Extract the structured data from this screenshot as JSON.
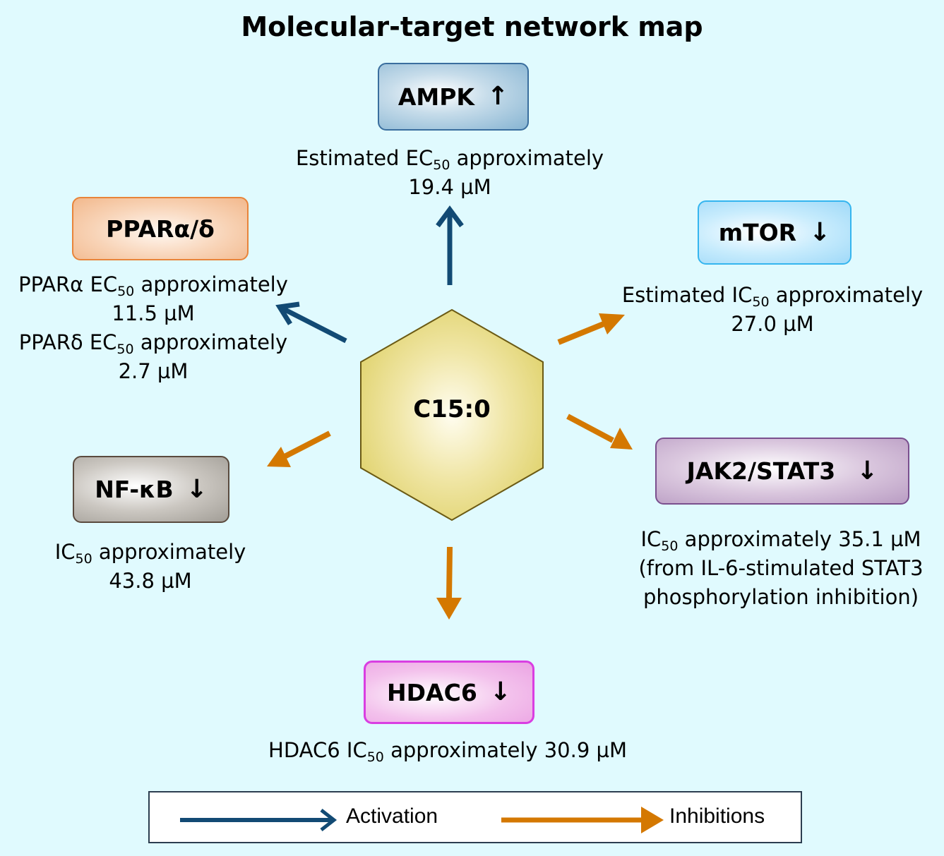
{
  "title": "Molecular-target network map",
  "center": {
    "label": "C15:0"
  },
  "targets": {
    "ampk": {
      "name": "AMPK",
      "direction": "up",
      "arrow_glyph": "↑",
      "effect": "activation",
      "lines": [
        {
          "pre": "Estimated EC",
          "sub": "50",
          "post": " approximately"
        },
        {
          "pre": "19.4 µM"
        }
      ]
    },
    "ppar": {
      "name": "PPARα/δ",
      "effect": "activation",
      "lines": [
        {
          "pre": "PPARα EC",
          "sub": "50",
          "post": " approximately"
        },
        {
          "pre": "11.5 µM"
        },
        {
          "pre": "PPARδ EC",
          "sub": "50",
          "post": " approximately"
        },
        {
          "pre": "2.7 µM"
        }
      ]
    },
    "mtor": {
      "name": "mTOR",
      "direction": "down",
      "arrow_glyph": "↓",
      "effect": "inhibition",
      "lines": [
        {
          "pre": "Estimated IC",
          "sub": "50",
          "post": " approximately"
        },
        {
          "pre": "27.0 µM"
        }
      ]
    },
    "nfkb": {
      "name": "NF-κB",
      "direction": "down",
      "arrow_glyph": "↓",
      "effect": "inhibition",
      "lines": [
        {
          "pre": "IC",
          "sub": "50",
          "post": " approximately"
        },
        {
          "pre": "43.8 µM"
        }
      ]
    },
    "jak": {
      "name": "JAK2/STAT3",
      "direction": "down",
      "arrow_glyph": "↓",
      "effect": "inhibition",
      "lines": [
        {
          "pre": "IC",
          "sub": "50",
          "post": " approximately 35.1 µM"
        },
        {
          "pre": "(from IL-6-stimulated STAT3"
        },
        {
          "pre": "phosphorylation inhibition)"
        }
      ]
    },
    "hdac": {
      "name": "HDAC6",
      "direction": "down",
      "arrow_glyph": "↓",
      "effect": "inhibition",
      "lines": [
        {
          "pre": "HDAC6 IC",
          "sub": "50",
          "post": " approximately 30.9 µM"
        }
      ]
    }
  },
  "legend": {
    "activation_label": "Activation",
    "inhibition_label": "Inhibitions"
  },
  "colors": {
    "background": "#e0fafe",
    "activation": "#124a74",
    "inhibition": "#d47800",
    "hexagon_fill": "#e4d87a",
    "hexagon_stroke": "#6b5a14"
  }
}
